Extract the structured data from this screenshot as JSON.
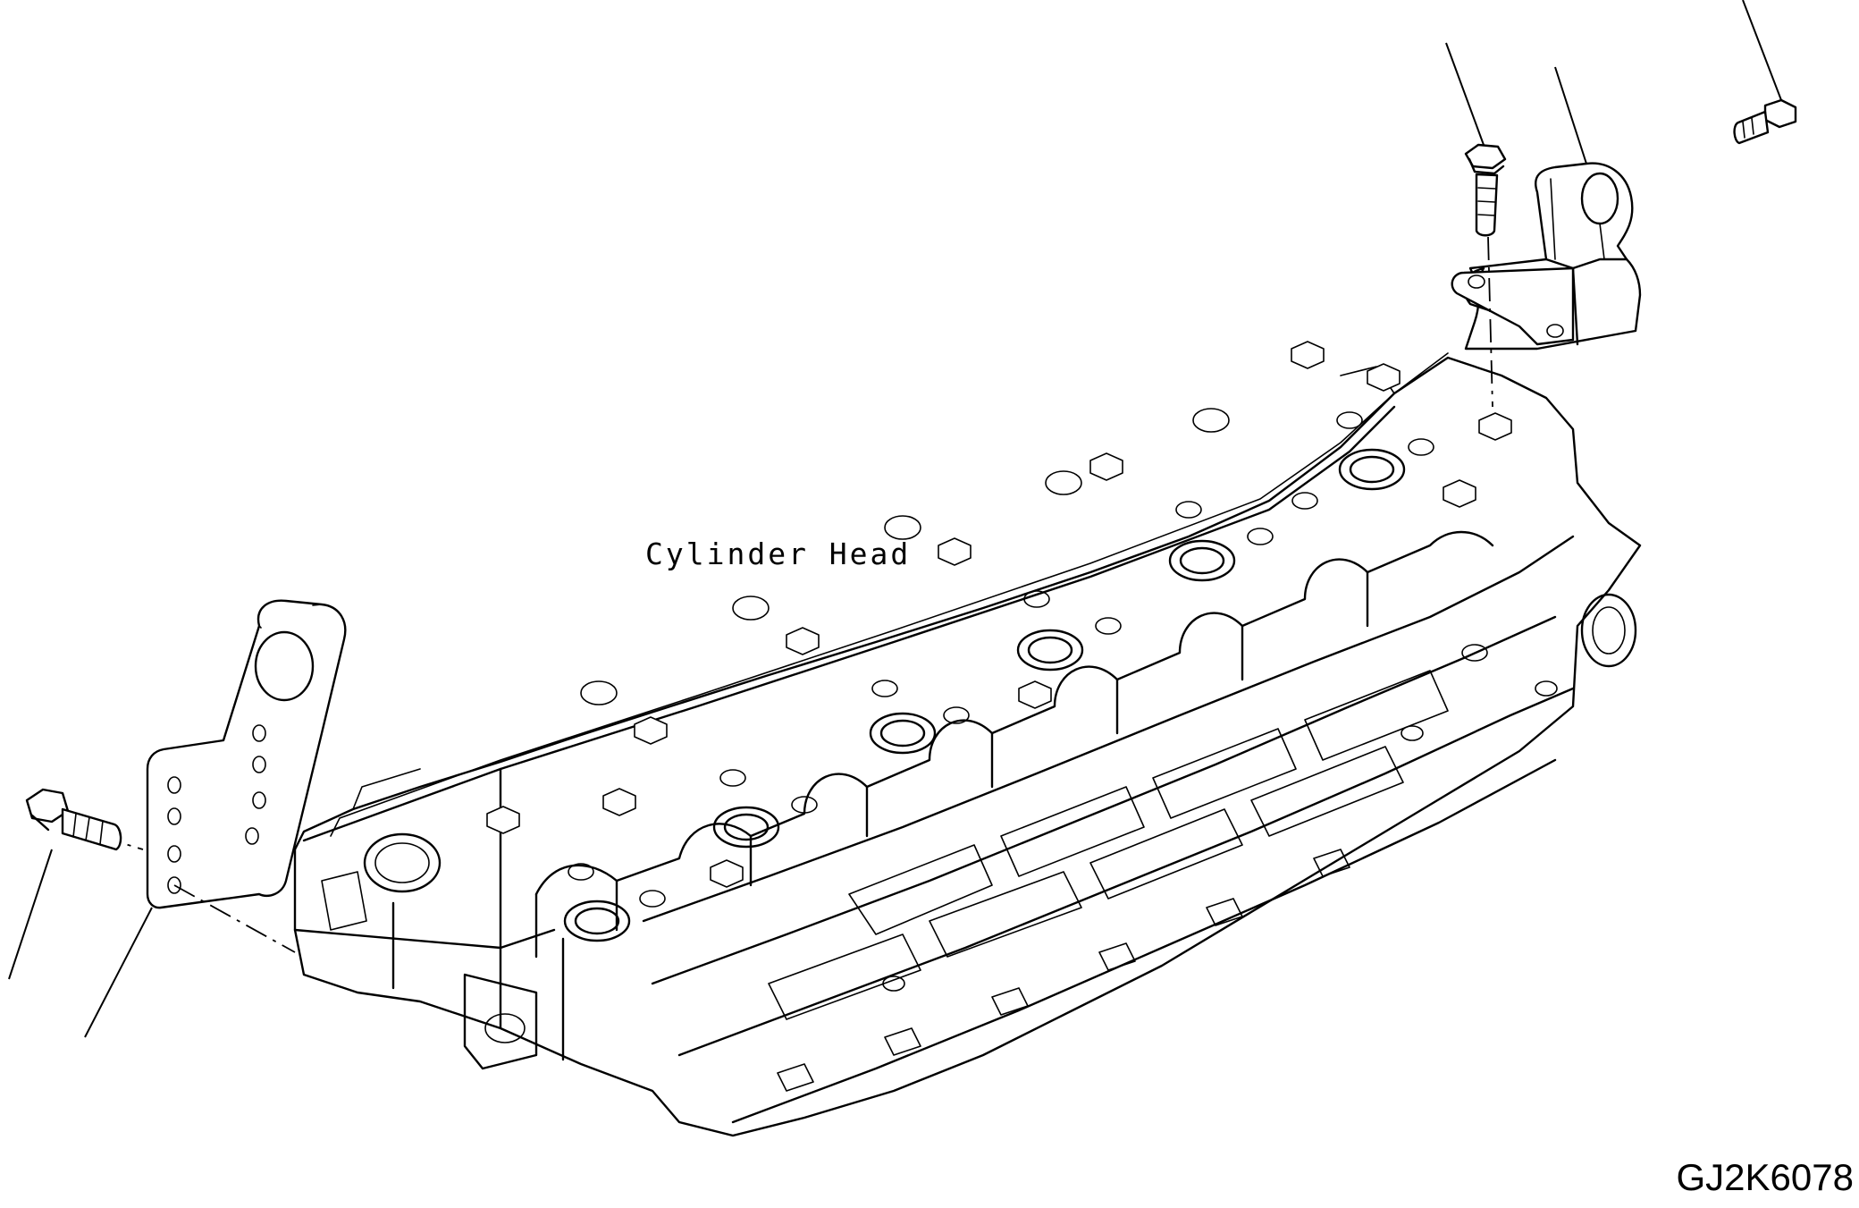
{
  "labels": {
    "cylinder_head": "Cylinder Head",
    "figure_code": "GJ2K6078"
  },
  "parts": [
    {
      "name": "cylinder-head",
      "icon": "cylinder-head-icon"
    },
    {
      "name": "front-lifting-bracket",
      "icon": "lifting-bracket-icon"
    },
    {
      "name": "rear-lifting-bracket",
      "icon": "lifting-bracket-icon"
    },
    {
      "name": "bolt",
      "icon": "flange-bolt-icon"
    }
  ],
  "colors": {
    "line": "#000000",
    "background": "#ffffff"
  }
}
